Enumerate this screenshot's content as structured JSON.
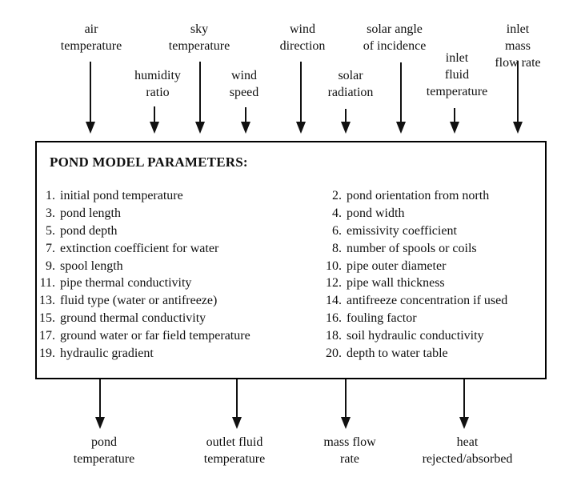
{
  "inputs": [
    {
      "label": "air\ntemperature"
    },
    {
      "label": "humidity\nratio"
    },
    {
      "label": "sky\ntemperature"
    },
    {
      "label": "wind\nspeed"
    },
    {
      "label": "wind\ndirection"
    },
    {
      "label": "solar\nradiation"
    },
    {
      "label": "solar angle\nof incidence"
    },
    {
      "label": "inlet\nfluid\ntemperature"
    },
    {
      "label": "inlet mass\nflow rate"
    }
  ],
  "box": {
    "title": "POND MODEL PARAMETERS:",
    "left_items": [
      {
        "num": "1.",
        "text": "initial pond temperature"
      },
      {
        "num": "3.",
        "text": "pond length"
      },
      {
        "num": "5.",
        "text": "pond depth"
      },
      {
        "num": "7.",
        "text": "extinction coefficient for water"
      },
      {
        "num": "9.",
        "text": "spool length"
      },
      {
        "num": "11.",
        "text": "pipe thermal conductivity"
      },
      {
        "num": "13.",
        "text": "fluid type (water or antifreeze)"
      },
      {
        "num": "15.",
        "text": "ground thermal conductivity"
      },
      {
        "num": "17.",
        "text": "ground water or far field temperature"
      },
      {
        "num": "19.",
        "text": "hydraulic gradient"
      }
    ],
    "right_items": [
      {
        "num": "2.",
        "text": "pond orientation from north"
      },
      {
        "num": "4.",
        "text": "pond width"
      },
      {
        "num": "6.",
        "text": "emissivity coefficient"
      },
      {
        "num": "8.",
        "text": "number of spools or coils"
      },
      {
        "num": "10.",
        "text": "pipe outer diameter"
      },
      {
        "num": "12.",
        "text": "pipe wall thickness"
      },
      {
        "num": "14.",
        "text": "antifreeze concentration if used"
      },
      {
        "num": "16.",
        "text": "fouling factor"
      },
      {
        "num": "18.",
        "text": "soil hydraulic conductivity"
      },
      {
        "num": "20.",
        "text": "depth to water table"
      }
    ]
  },
  "outputs": [
    {
      "label": "pond\ntemperature"
    },
    {
      "label": "outlet fluid\ntemperature"
    },
    {
      "label": "mass flow\nrate"
    },
    {
      "label": "heat\nrejected/absorbed"
    }
  ],
  "colors": {
    "ink": "#111111",
    "background": "#ffffff",
    "box_border": "#000000"
  }
}
